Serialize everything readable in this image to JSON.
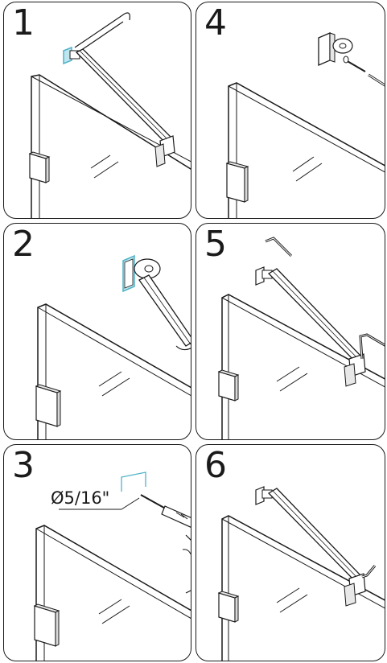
{
  "panels": [
    {
      "step": "1"
    },
    {
      "step": "4"
    },
    {
      "step": "2"
    },
    {
      "step": "5"
    },
    {
      "step": "3",
      "dimension_label": "Ø5/16\""
    },
    {
      "step": "6"
    }
  ],
  "colors": {
    "outline": "#1a1a1a",
    "accent": "#4fb3c8",
    "fill": "#ffffff",
    "grey": "#d9d9d9"
  }
}
